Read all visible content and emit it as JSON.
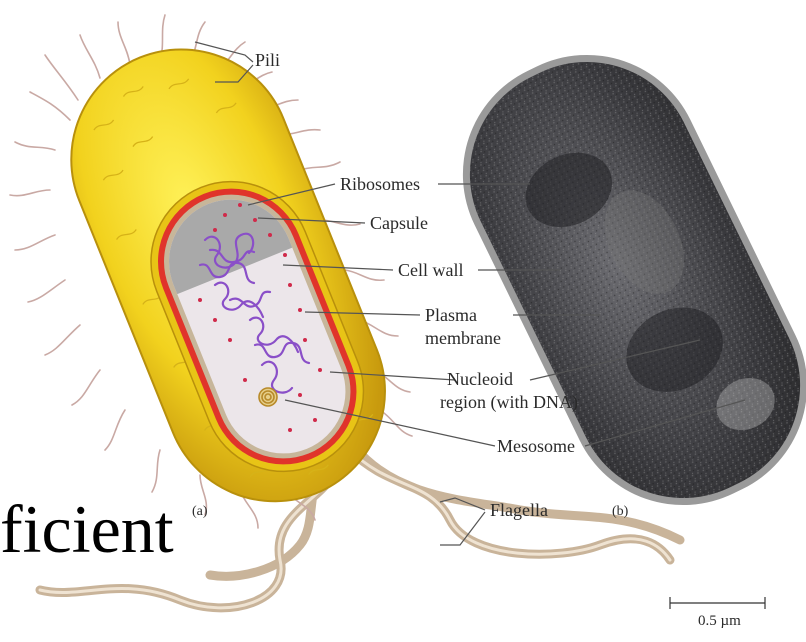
{
  "labels": {
    "pili": "Pili",
    "ribosomes": "Ribosomes",
    "capsule": "Capsule",
    "cell_wall": "Cell wall",
    "plasma_membrane_1": "Plasma",
    "plasma_membrane_2": "membrane",
    "nucleoid_1": "Nucleoid",
    "nucleoid_2": "region (with DNA)",
    "mesosome": "Mesosome",
    "flagella": "Flagella",
    "panel_a": "(a)",
    "panel_b": "(b)",
    "scale_bar": "0.5 µm"
  },
  "overlay_text": "ficient",
  "colors": {
    "capsule": "#f2d21e",
    "cell_wall": "#e0342b",
    "cytoplasm": "#ece6ea",
    "nucleoid": "#8a4fc8",
    "ribosome_region": "#a9a9a9",
    "micrograph": "#3d3d40"
  }
}
